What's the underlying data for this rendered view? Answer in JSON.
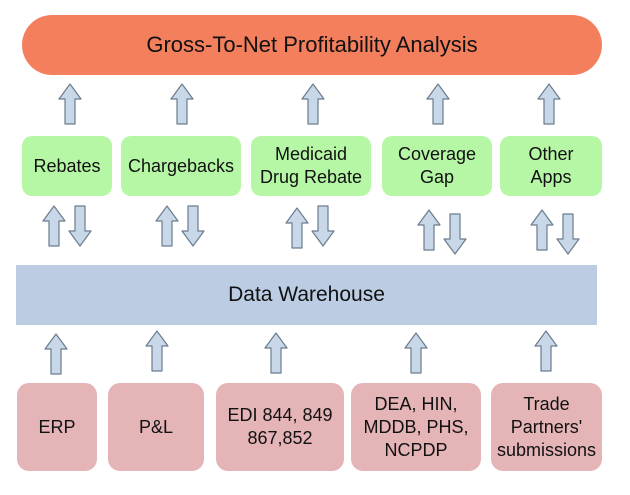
{
  "title": "Gross-To-Net Profitability Analysis",
  "apps": [
    {
      "lines": [
        "Rebates"
      ]
    },
    {
      "lines": [
        "Chargebacks"
      ]
    },
    {
      "lines": [
        "Medicaid",
        "Drug Rebate"
      ]
    },
    {
      "lines": [
        "Coverage",
        "Gap"
      ]
    },
    {
      "lines": [
        "Other",
        "Apps"
      ]
    }
  ],
  "warehouse": "Data Warehouse",
  "sources": [
    {
      "lines": [
        "ERP"
      ]
    },
    {
      "lines": [
        "P&L"
      ]
    },
    {
      "lines": [
        "EDI 844, 849",
        "867,852"
      ]
    },
    {
      "lines": [
        "DEA, HIN,",
        "MDDB, PHS,",
        "NCPDP"
      ]
    },
    {
      "lines": [
        "Trade",
        "Partners'",
        "submissions"
      ]
    }
  ],
  "colors": {
    "title": "#f47f5d",
    "apps": "#b6f7a5",
    "warehouse": "#bccde3",
    "sources": "#e4b4b6",
    "arrow_fill": "#c9d8e8",
    "arrow_stroke": "#6b7c8e"
  }
}
